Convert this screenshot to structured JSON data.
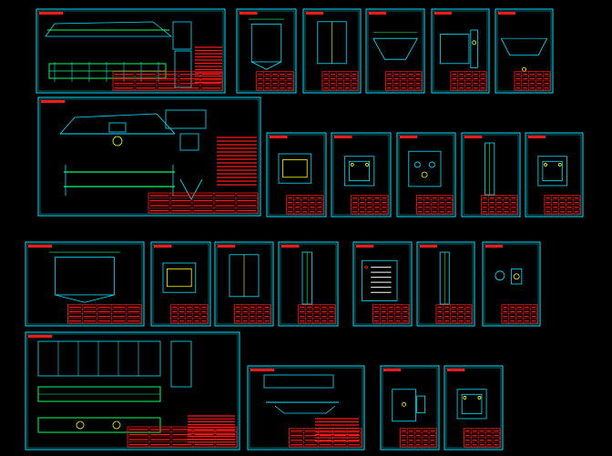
{
  "colors": {
    "background": "#000000",
    "frame": "#00e5ff",
    "title_block": "#ff1a1a",
    "geometry": "#00e5ff",
    "accent": "#00ff66",
    "highlight": "#ffff00",
    "text": "#ffffff"
  },
  "sheets": [
    {
      "id": "s1",
      "kind": "beam-elevation"
    },
    {
      "id": "s2",
      "kind": "box-section"
    },
    {
      "id": "s3",
      "kind": "plate"
    },
    {
      "id": "s4",
      "kind": "trapezoid"
    },
    {
      "id": "s5",
      "kind": "detail"
    },
    {
      "id": "s6",
      "kind": "trough"
    },
    {
      "id": "s7",
      "kind": "trolley-assembly"
    },
    {
      "id": "s8",
      "kind": "box-detail"
    },
    {
      "id": "s9",
      "kind": "frame-detail"
    },
    {
      "id": "s10",
      "kind": "holed-plate"
    },
    {
      "id": "s11",
      "kind": "slender-part"
    },
    {
      "id": "s12",
      "kind": "frame-detail"
    },
    {
      "id": "s13",
      "kind": "box-section"
    },
    {
      "id": "s14",
      "kind": "box-detail"
    },
    {
      "id": "s15",
      "kind": "plate"
    },
    {
      "id": "s16",
      "kind": "slender-part"
    },
    {
      "id": "s17",
      "kind": "table-plate"
    },
    {
      "id": "s18",
      "kind": "slender-part"
    },
    {
      "id": "s19",
      "kind": "small-part"
    },
    {
      "id": "s20",
      "kind": "girder-plan"
    },
    {
      "id": "s21",
      "kind": "end-carriage"
    },
    {
      "id": "s22",
      "kind": "bracket"
    },
    {
      "id": "s23",
      "kind": "frame-detail"
    }
  ]
}
